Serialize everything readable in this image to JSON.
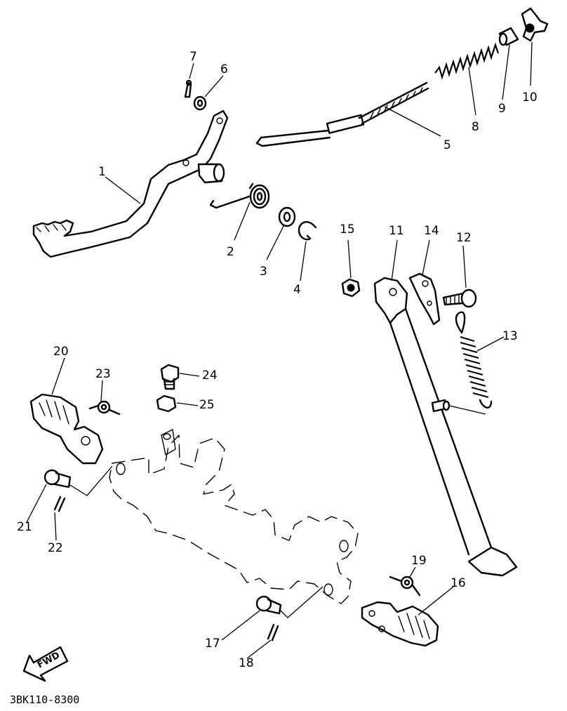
{
  "callouts": [
    "1",
    "2",
    "3",
    "4",
    "5",
    "6",
    "7",
    "8",
    "9",
    "10",
    "11",
    "12",
    "13",
    "14",
    "15",
    "16",
    "17",
    "18",
    "19",
    "20",
    "21",
    "22",
    "23",
    "24",
    "25"
  ],
  "fwd_label": "FWD",
  "drawing_code": "3BK110-8300"
}
